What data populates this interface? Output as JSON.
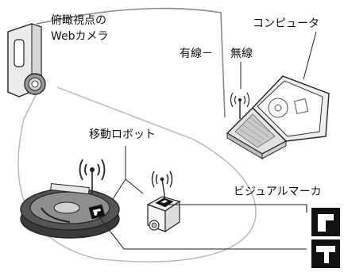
{
  "labels": {
    "camera_line1": "俯瞰視点の",
    "camera_line2": "Webカメラ",
    "computer": "コンピュータ",
    "wired": "有線－",
    "wireless": "無線",
    "mobile_robots": "移動ロボット",
    "visual_markers": "ビジュアルマーカ"
  },
  "colors": {
    "stroke": "#222222",
    "cable": "#8a8a8a",
    "fov": "#b5b5b5",
    "marker": "#111111"
  }
}
